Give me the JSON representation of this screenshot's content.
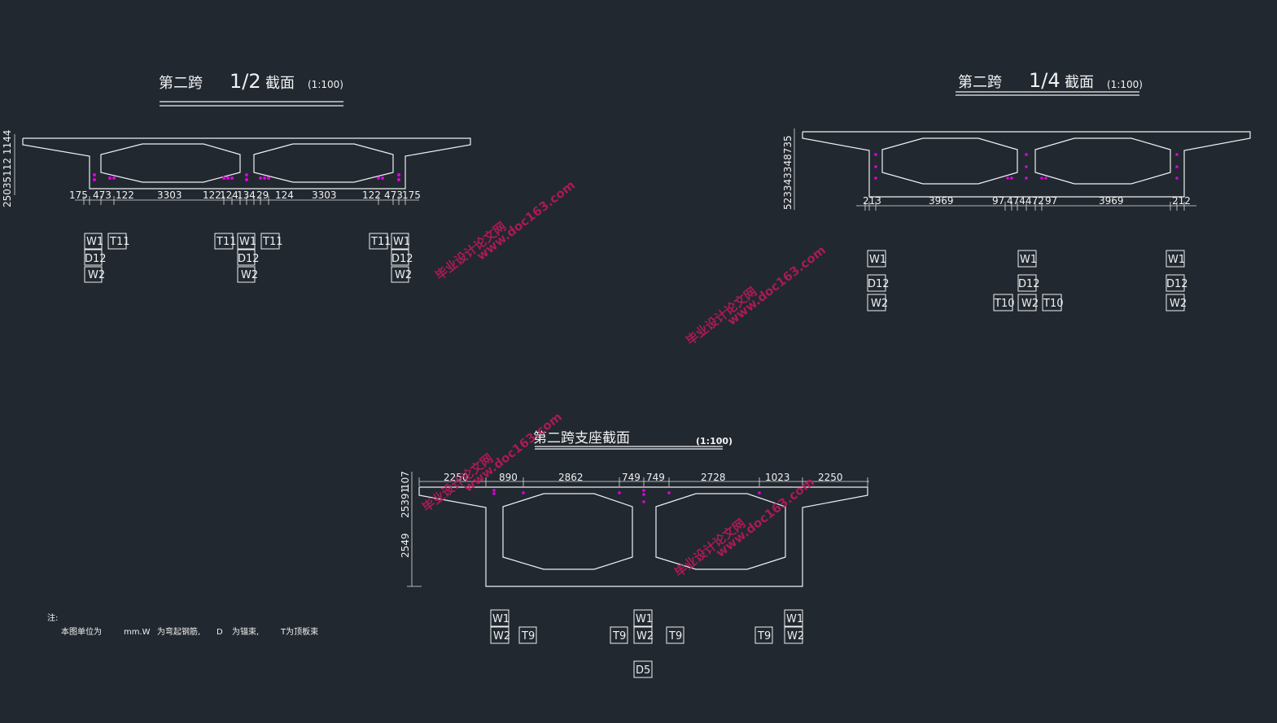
{
  "sections": {
    "half": {
      "title_span": "第二跨",
      "title_frac": "1/2",
      "title_word": "截面",
      "title_scale": "(1:100)",
      "dims": [
        "175",
        "473",
        "122",
        "3303",
        "122",
        "124",
        "134",
        "29",
        "124",
        "3303",
        "122",
        "473",
        "175"
      ],
      "vdims": "25035112 1144",
      "groups": [
        {
          "cells": [
            "W1",
            "T11",
            "D12",
            "W2"
          ]
        },
        {
          "cells": [
            "T11",
            "W1",
            "T11",
            "D12",
            "W2"
          ]
        },
        {
          "cells": [
            "T11",
            "W1",
            "D12",
            "W2"
          ]
        }
      ]
    },
    "quarter": {
      "title_span": "第二跨",
      "title_frac": "1/4",
      "title_word": "截面",
      "title_scale": "(1:100)",
      "dims": [
        "213",
        "3969",
        "97",
        "474",
        "472",
        "97",
        "3969",
        "212"
      ],
      "vdims": "523343348735",
      "groups": [
        {
          "cells": [
            "W1",
            "D12",
            "W2"
          ]
        },
        {
          "cells": [
            "W1",
            "D12",
            "T10",
            "W2",
            "T10"
          ]
        },
        {
          "cells": [
            "W1",
            "D12",
            "W2"
          ]
        }
      ]
    },
    "support": {
      "title": "第二跨支座截面",
      "title_scale": "(1:100)",
      "dims": [
        "2250",
        "890",
        "2862",
        "749",
        "749",
        "2728",
        "1023",
        "2250"
      ],
      "vdim_top": "107",
      "vdim_mid": "25391",
      "vdim_low": "2549",
      "groups": [
        {
          "cells": [
            "W1",
            "W2",
            "T9"
          ]
        },
        {
          "cells": [
            "W1",
            "T9",
            "W2",
            "T9",
            "D5"
          ]
        },
        {
          "cells": [
            "W1",
            "T9",
            "W2"
          ]
        }
      ]
    }
  },
  "note": {
    "label": "注:",
    "unit_prefix": "本图单位为",
    "unit": "mm.W",
    "w_desc": "为弯起钢筋,",
    "d_key": "D",
    "d_desc": "为锚束,",
    "t_desc": "T为顶板束"
  },
  "watermark": {
    "text_cn": "毕业设计论文网",
    "text_url": "www.doc163.com"
  },
  "colors": {
    "background": "#212830",
    "line": "#f0f0f0",
    "tendon": "#e000e0",
    "watermark": "#c2185b"
  }
}
